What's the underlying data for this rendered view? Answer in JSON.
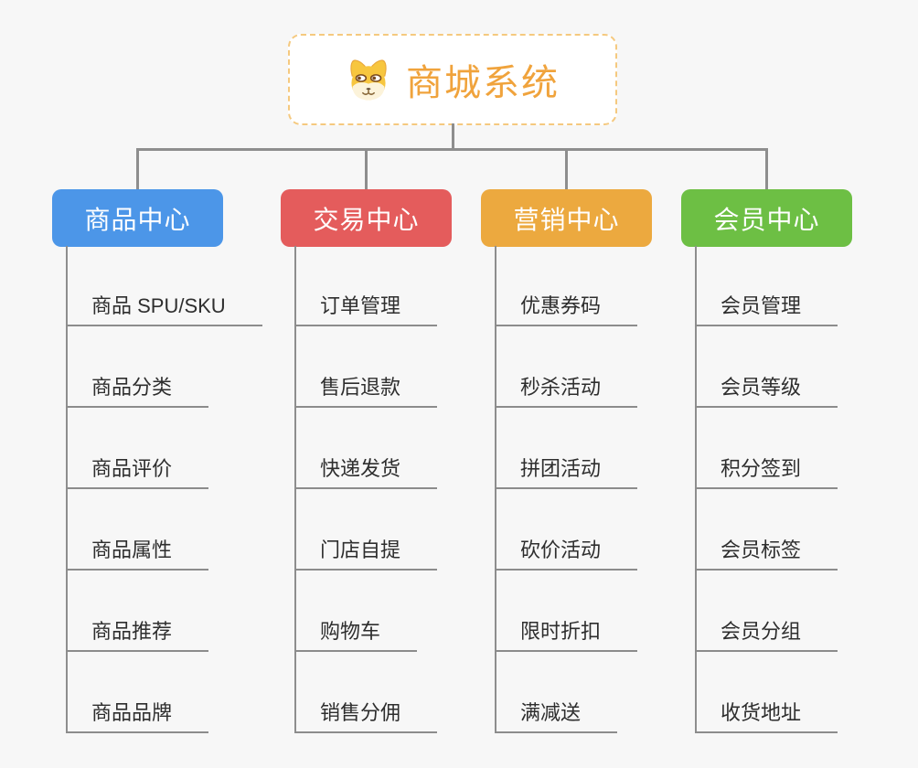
{
  "root": {
    "title": "商城系统",
    "icon": "shiba-dog-icon",
    "accent_color": "#f0a33c",
    "border_color": "#f5c97f"
  },
  "connector_color": "#8e8e8e",
  "branches": [
    {
      "label": "商品中心",
      "color": "#4c96e8",
      "children": [
        "商品 SPU/SKU",
        "商品分类",
        "商品评价",
        "商品属性",
        "商品推荐",
        "商品品牌"
      ]
    },
    {
      "label": "交易中心",
      "color": "#e45c5c",
      "children": [
        "订单管理",
        "售后退款",
        "快递发货",
        "门店自提",
        "购物车",
        "销售分佣"
      ]
    },
    {
      "label": "营销中心",
      "color": "#eca93f",
      "children": [
        "优惠券码",
        "秒杀活动",
        "拼团活动",
        "砍价活动",
        "限时折扣",
        "满减送"
      ]
    },
    {
      "label": "会员中心",
      "color": "#6dbf44",
      "children": [
        "会员管理",
        "会员等级",
        "积分签到",
        "会员标签",
        "会员分组",
        "收货地址"
      ]
    }
  ]
}
